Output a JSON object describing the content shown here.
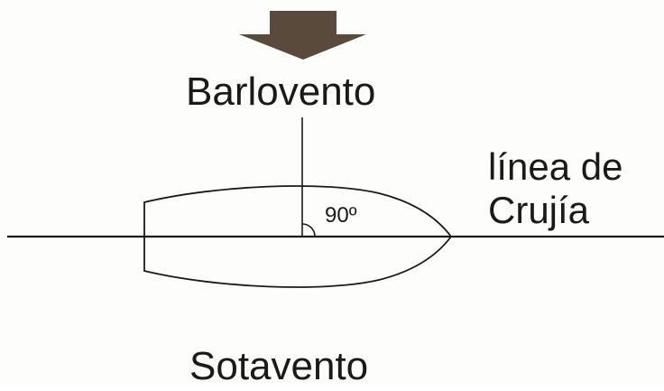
{
  "labels": {
    "windward": "Barlovento",
    "leeward": "Sotavento",
    "centerline_line1": "línea de",
    "centerline_line2": "Crujía",
    "angle": "90º"
  },
  "colors": {
    "ink": "#1a1a1a",
    "arrow": "#5a4a3c",
    "paper": "#fdfdfb"
  },
  "icons": {
    "wind_arrow": "down-arrow-icon"
  }
}
